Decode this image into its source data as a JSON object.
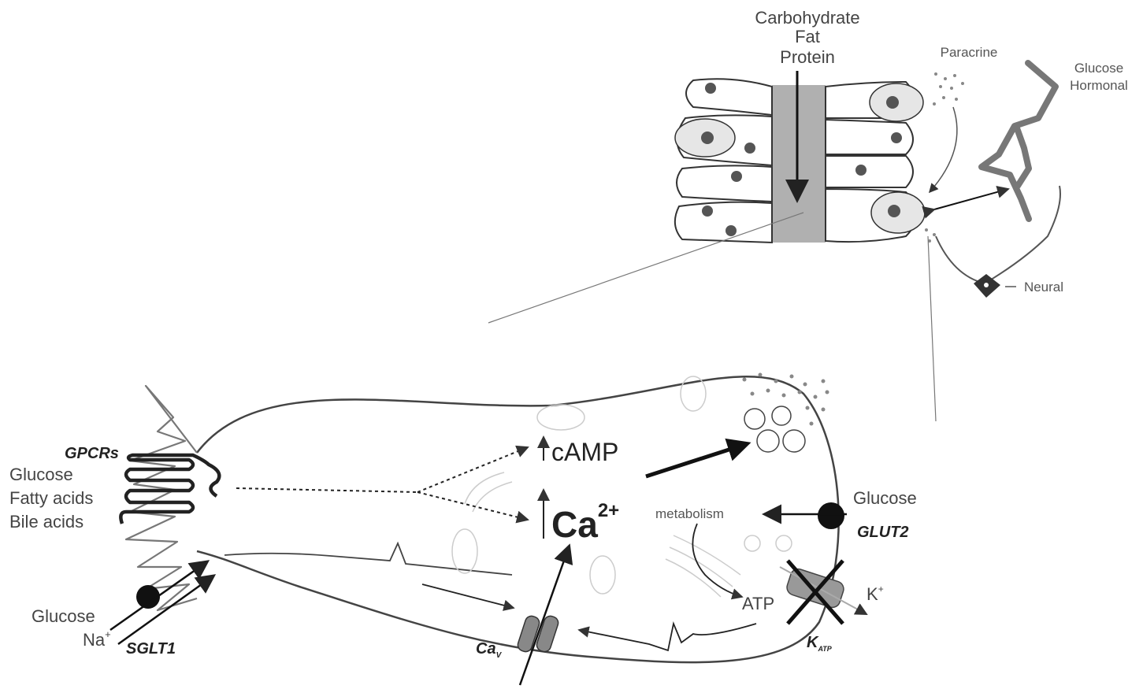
{
  "lumen_nutrients": [
    "Carbohydrate",
    "Fat",
    "Protein"
  ],
  "top_labels": {
    "paracrine": "Paracrine",
    "glucose": "Glucose",
    "hormonal": "Hormonal",
    "neural": "Neural"
  },
  "gpcr": {
    "title": "GPCRs",
    "ligands": [
      "Glucose",
      "Fatty acids",
      "Bile acids"
    ]
  },
  "sglt1": {
    "glucose": "Glucose",
    "na": "Na",
    "na_sup": "+",
    "name": "SGLT1"
  },
  "signals": {
    "camp": "cAMP",
    "ca": "Ca",
    "ca_sup": "2+",
    "metabolism": "metabolism",
    "atp": "ATP"
  },
  "glut2": {
    "glucose": "Glucose",
    "name": "GLUT2"
  },
  "katp": {
    "k": "K",
    "k_sup": "+",
    "name": "K",
    "name_sub": "ATP"
  },
  "cav": {
    "name": "Ca",
    "name_sub": "V"
  },
  "colors": {
    "line": "#333333",
    "lumen": "#b0b0b0",
    "dark": "#1a1a1a"
  }
}
